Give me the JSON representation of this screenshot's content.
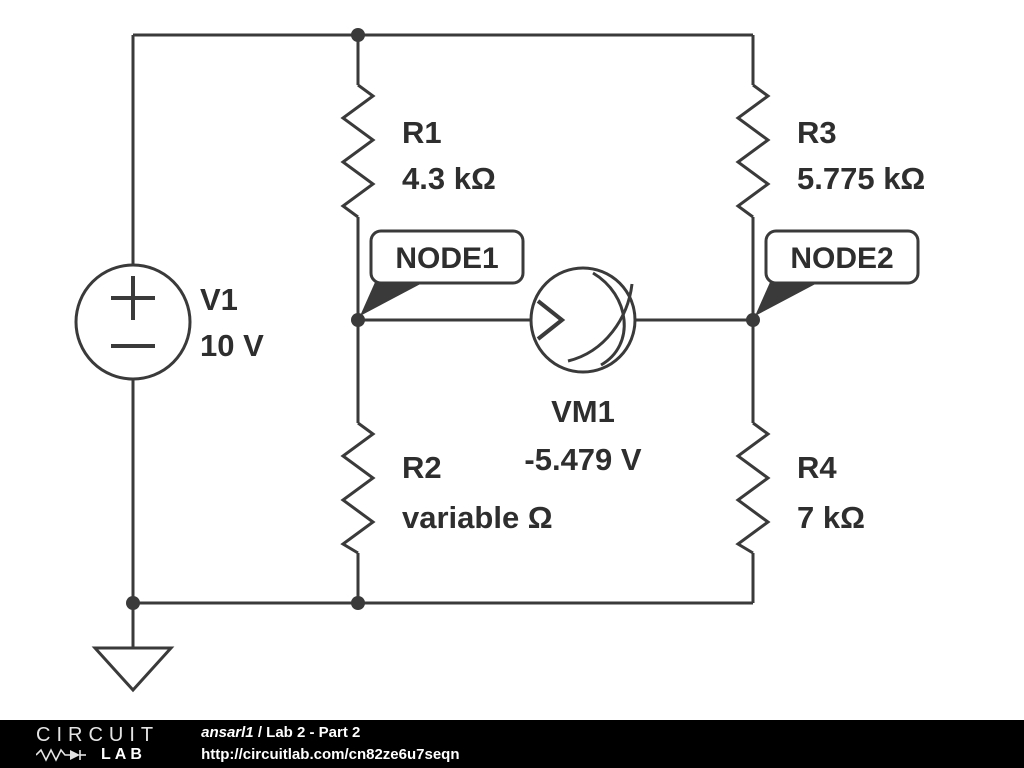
{
  "colors": {
    "wire": "#3a3a3a",
    "background": "#ffffff",
    "footer_bg": "#000000",
    "footer_text": "#ffffff"
  },
  "components": {
    "v1": {
      "name": "V1",
      "value": "10 V"
    },
    "r1": {
      "name": "R1",
      "value": "4.3 kΩ"
    },
    "r2": {
      "name": "R2",
      "value": "variable Ω"
    },
    "r3": {
      "name": "R3",
      "value": "5.775 kΩ"
    },
    "r4": {
      "name": "R4",
      "value": "7 kΩ"
    },
    "vm1": {
      "name": "VM1",
      "value": "-5.479 V"
    }
  },
  "nodes": {
    "node1": "NODE1",
    "node2": "NODE2"
  },
  "footer": {
    "logo_top": "CIRCUIT",
    "logo_bottom": "LAB",
    "title_user": "ansarl1",
    "title_sep": " / ",
    "title_rest": "Lab 2 - Part 2",
    "url": "http://circuitlab.com/cn82ze6u7seqn"
  }
}
